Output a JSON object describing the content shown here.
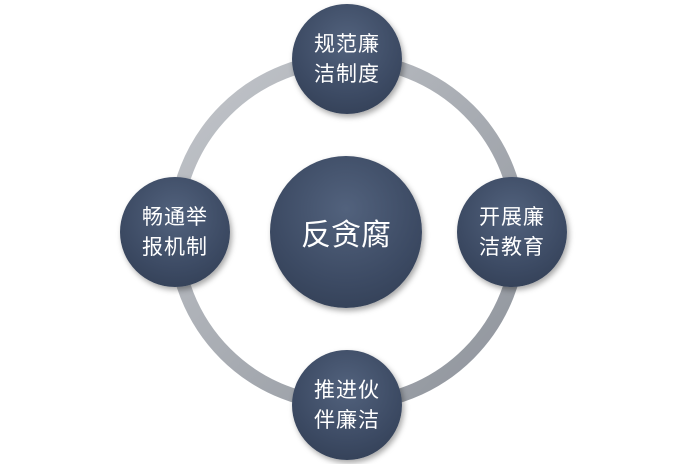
{
  "center": {
    "label": "反贪腐"
  },
  "nodes": [
    {
      "label": "规范廉洁制度"
    },
    {
      "label": "开展廉洁教育"
    },
    {
      "label": "推进伙伴廉洁"
    },
    {
      "label": "畅通举报机制"
    }
  ],
  "colors": {
    "node": "#3c4a63",
    "ring": "#a9adb4"
  }
}
